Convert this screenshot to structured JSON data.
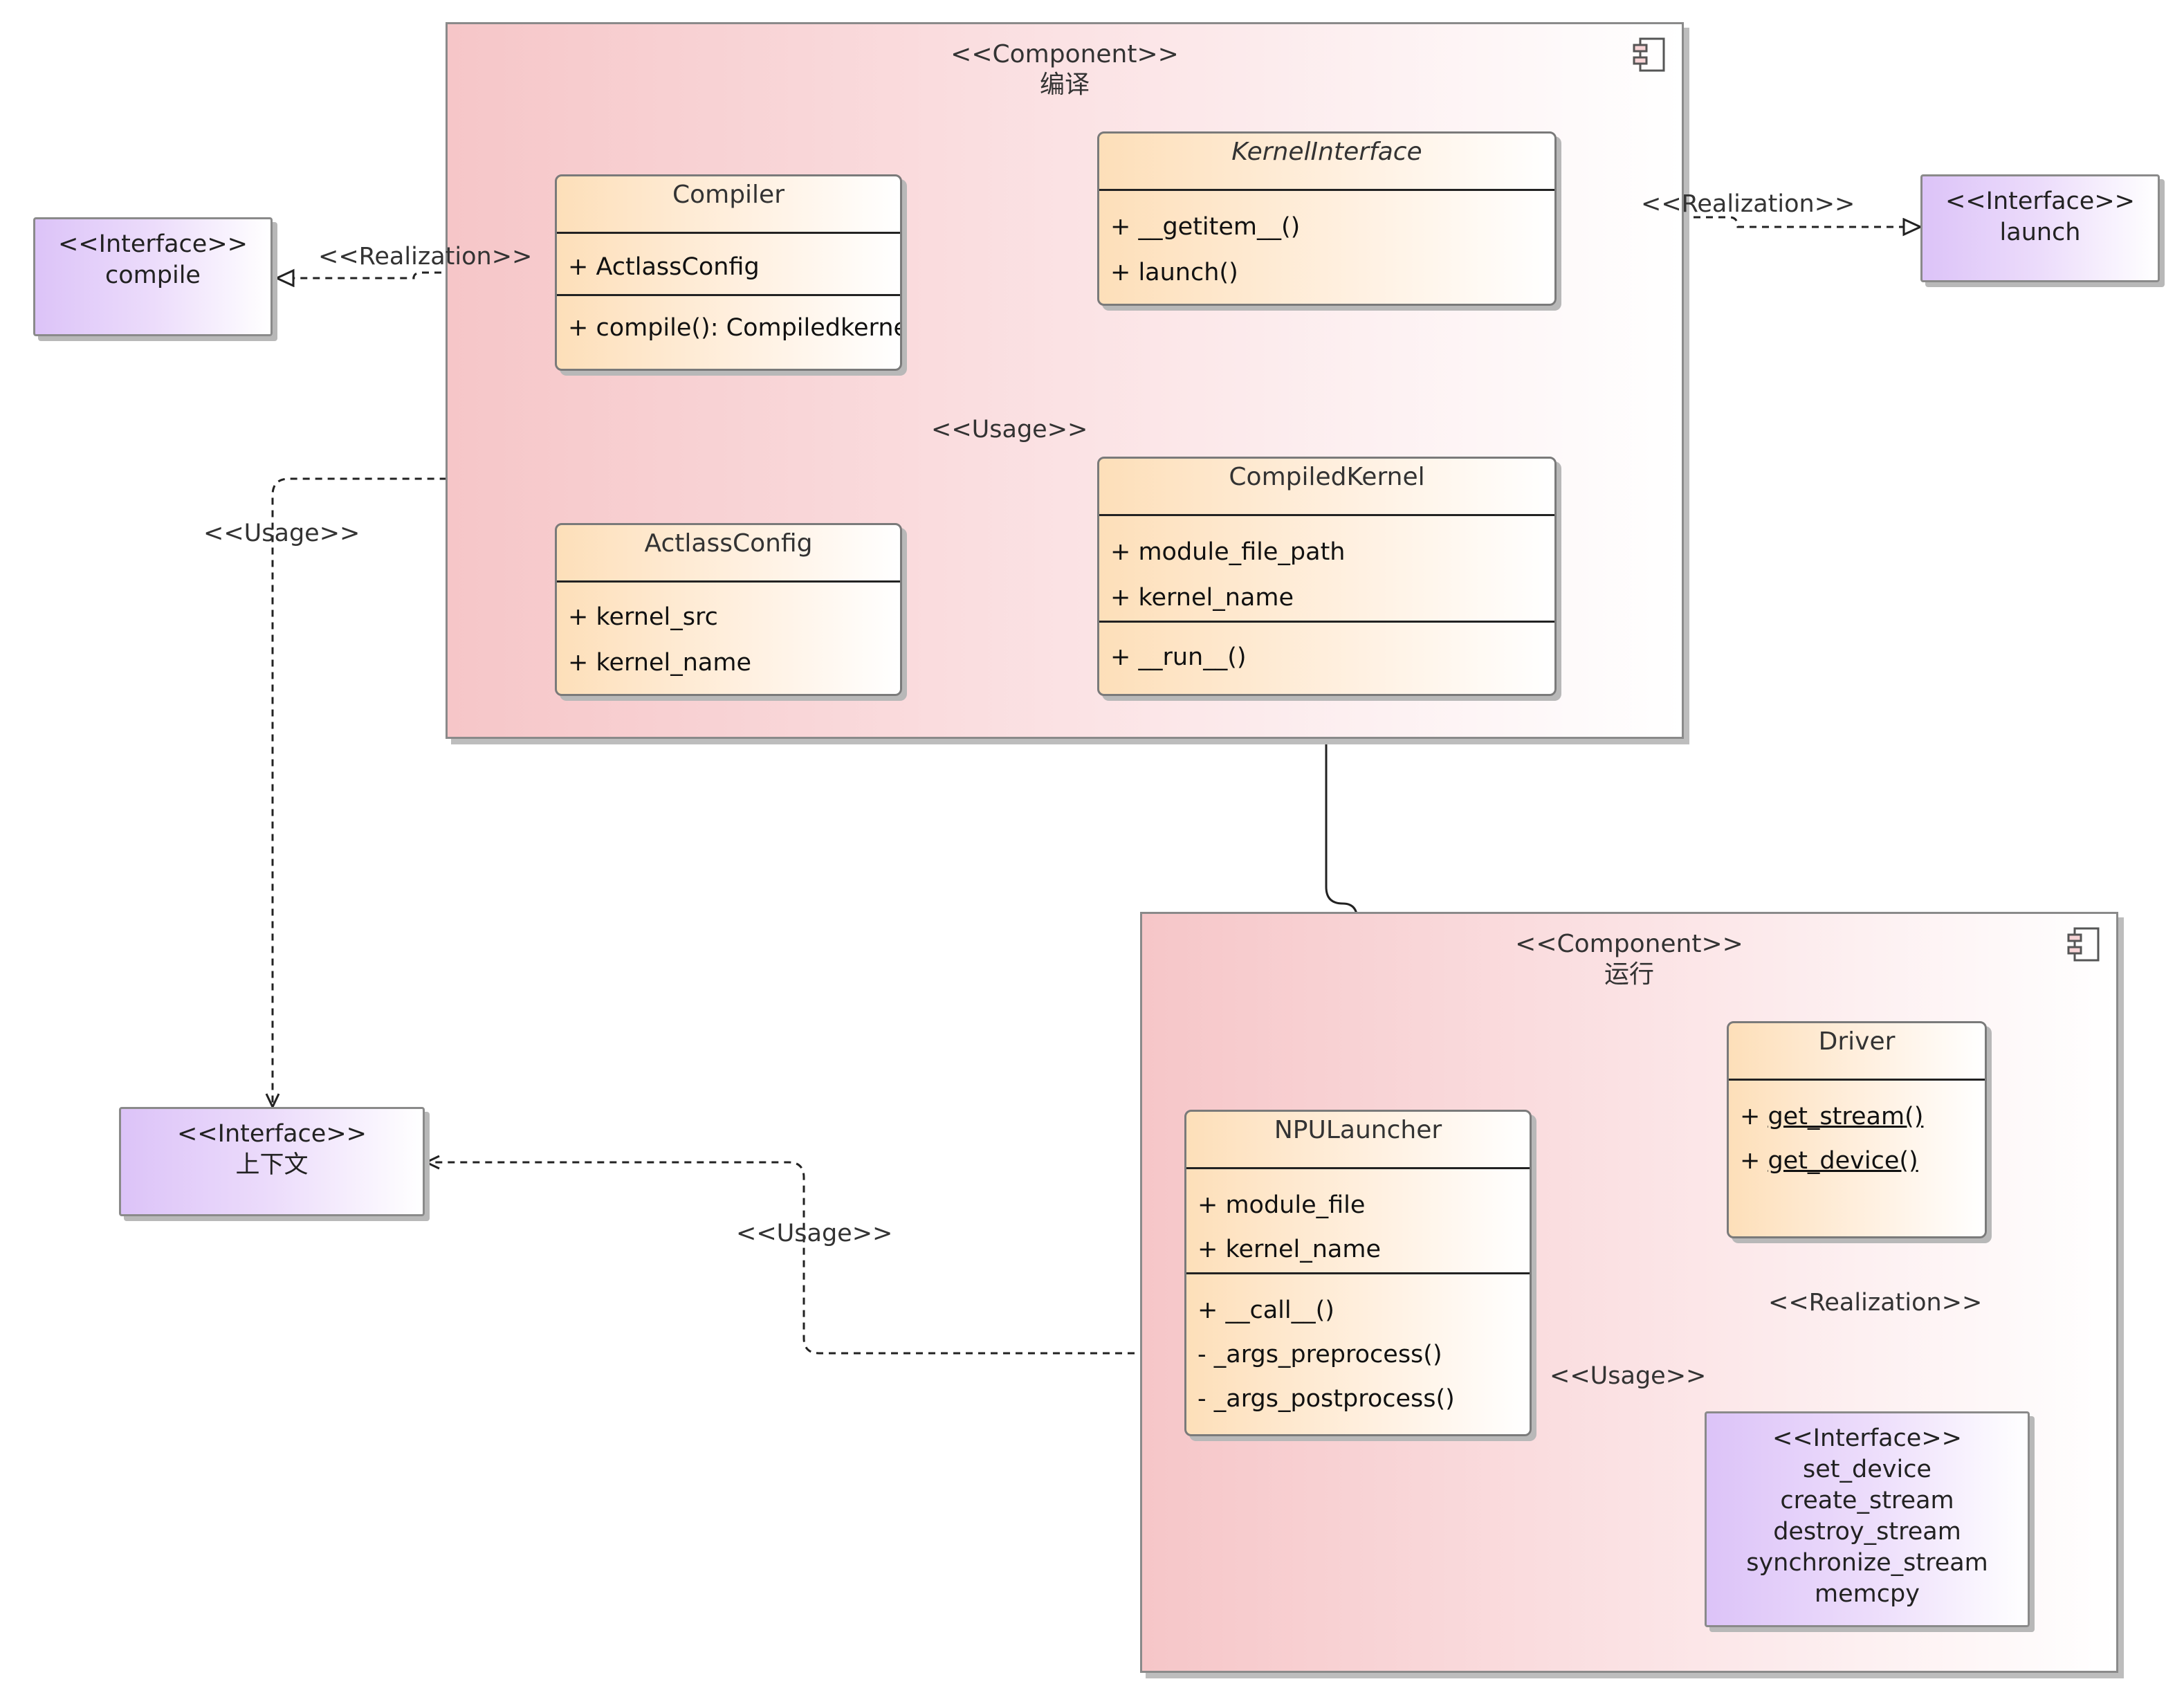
{
  "components": {
    "compile": {
      "stereotype": "<<Component>>",
      "name": "编译"
    },
    "runtime": {
      "stereotype": "<<Component>>",
      "name": "运行"
    }
  },
  "classes": {
    "compiler": {
      "name": "Compiler",
      "attributes": [
        "+ ActlassConfig"
      ],
      "methods": [
        "+ compile(): Compiledkernel"
      ]
    },
    "actlass_config": {
      "name": "ActlassConfig",
      "attributes": [
        "+ kernel_src",
        "+ kernel_name"
      ]
    },
    "kernel_interface": {
      "name": "KernelInterface",
      "methods": [
        "+ __getitem__()",
        "+ launch()"
      ]
    },
    "compiled_kernel": {
      "name": "CompiledKernel",
      "attributes": [
        "+ module_file_path",
        "+ kernel_name"
      ],
      "methods": [
        "+ __run__()"
      ]
    },
    "npu_launcher": {
      "name": "NPULauncher",
      "attributes": [
        "+ module_file",
        "+ kernel_name"
      ],
      "methods": [
        "+ __call__()",
        "- _args_preprocess()",
        "- _args_postprocess()"
      ]
    },
    "driver": {
      "name": "Driver",
      "methods_prefix": [
        "+ ",
        "+ "
      ],
      "methods_name": [
        "get_stream()",
        "get_device()"
      ]
    }
  },
  "interfaces": {
    "compile": {
      "stereotype": "<<Interface>>",
      "name": "compile"
    },
    "launch": {
      "stereotype": "<<Interface>>",
      "name": "launch"
    },
    "context": {
      "stereotype": "<<Interface>>",
      "name": "上下文"
    },
    "device": {
      "stereotype": "<<Interface>>",
      "lines": [
        "set_device",
        "create_stream",
        "destroy_stream",
        "synchronize_stream",
        "memcpy"
      ]
    }
  },
  "relations": {
    "realization_compile": "<<Realization>>",
    "realization_launch": "<<Realization>>",
    "realization_driver": "<<Realization>>",
    "usage_compiler_kernel": "<<Usage>>",
    "usage_compiler_context": "<<Usage>>",
    "usage_launcher_context": "<<Usage>>",
    "usage_launcher_device": "<<Usage>>"
  }
}
